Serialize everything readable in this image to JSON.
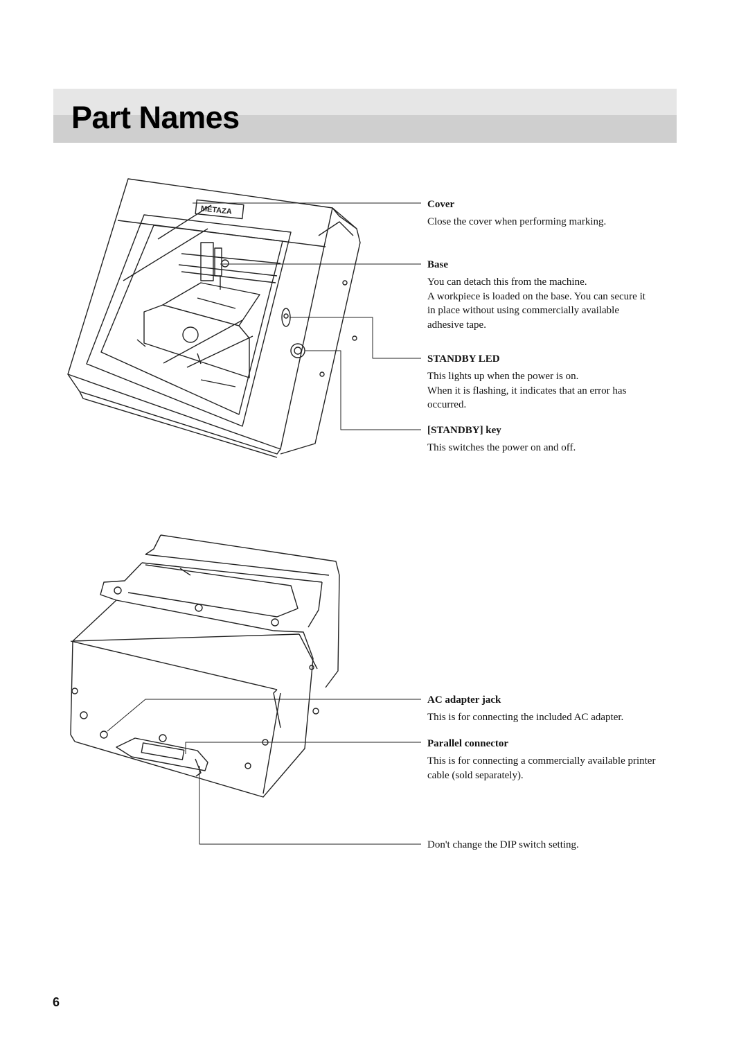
{
  "page": {
    "title": "Part Names",
    "number": "6"
  },
  "figure_top": {
    "brand": "METAZA"
  },
  "parts": [
    {
      "name": "Cover",
      "lines": [
        "Close the cover when performing marking."
      ]
    },
    {
      "name": "Base",
      "lines": [
        "You can detach this from the machine.",
        "A workpiece is loaded on the base. You can secure it",
        "in place without using commercially available",
        "adhesive tape."
      ]
    },
    {
      "name": "STANDBY LED",
      "lines": [
        "This lights up when the power is on.",
        "When it is flashing, it indicates that an error has",
        "occurred."
      ]
    },
    {
      "name": "[STANDBY] key",
      "lines": [
        "This switches the power on and off."
      ]
    },
    {
      "name": "AC adapter jack",
      "lines": [
        "This is for connecting the included AC adapter."
      ]
    },
    {
      "name": "Parallel connector",
      "lines": [
        "This is for connecting a commercially available printer",
        "cable (sold separately)."
      ]
    },
    {
      "name": "",
      "lines": [
        "Don't change the DIP switch setting."
      ]
    }
  ]
}
